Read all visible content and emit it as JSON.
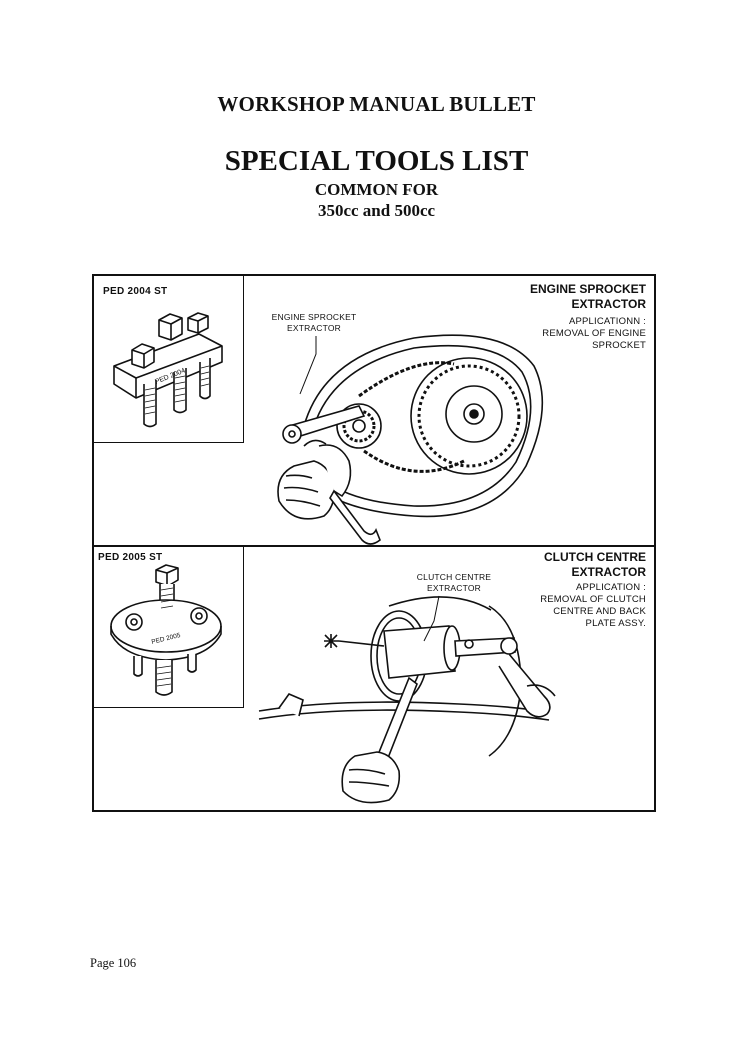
{
  "header": {
    "manual_title": "WORKSHOP MANUAL BULLET",
    "list_title": "SPECIAL TOOLS LIST",
    "common_for": "COMMON FOR",
    "models": "350cc and 500cc"
  },
  "tools": [
    {
      "code": "PED 2004 ST",
      "title_line1": "ENGINE SPROCKET",
      "title_line2": "EXTRACTOR",
      "application": [
        "APPLICATIONN :",
        "REMOVAL OF ENGINE",
        "SPROCKET"
      ],
      "callout": [
        "ENGINE SPROCKET",
        "EXTRACTOR"
      ]
    },
    {
      "code": "PED 2005 ST",
      "title_line1": "CLUTCH CENTRE",
      "title_line2": "EXTRACTOR",
      "application": [
        "APPLICATION :",
        "REMOVAL OF CLUTCH",
        "CENTRE AND BACK",
        "PLATE ASSY."
      ],
      "callout": [
        "CLUTCH CENTRE",
        "EXTRACTOR"
      ]
    }
  ],
  "footer": {
    "page": "Page 106"
  }
}
